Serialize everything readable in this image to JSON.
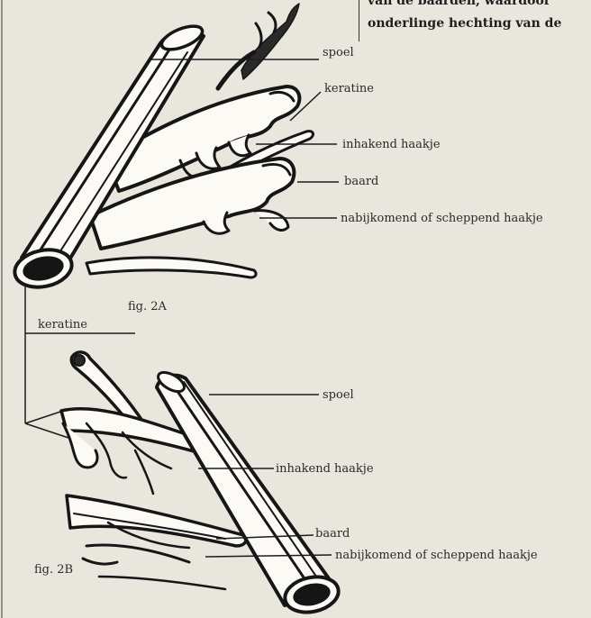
{
  "header": {
    "line1": "van de baarden, waardoor",
    "line2": "onderlinge hechting van de"
  },
  "figure_a": {
    "caption": "fig. 2A",
    "labels": {
      "spoel": "spoel",
      "keratine": "keratine",
      "inhakend": "inhakend haakje",
      "baard": "baard",
      "nabijkomend": "nabijkomend of scheppend haakje"
    }
  },
  "shared_label": {
    "keratine": "keratine"
  },
  "figure_b": {
    "caption": "fig. 2B",
    "labels": {
      "spoel": "spoel",
      "inhakend": "inhakend haakje",
      "baard": "baard",
      "nabijkomend": "nabijkomend of scheppend haakje"
    }
  }
}
